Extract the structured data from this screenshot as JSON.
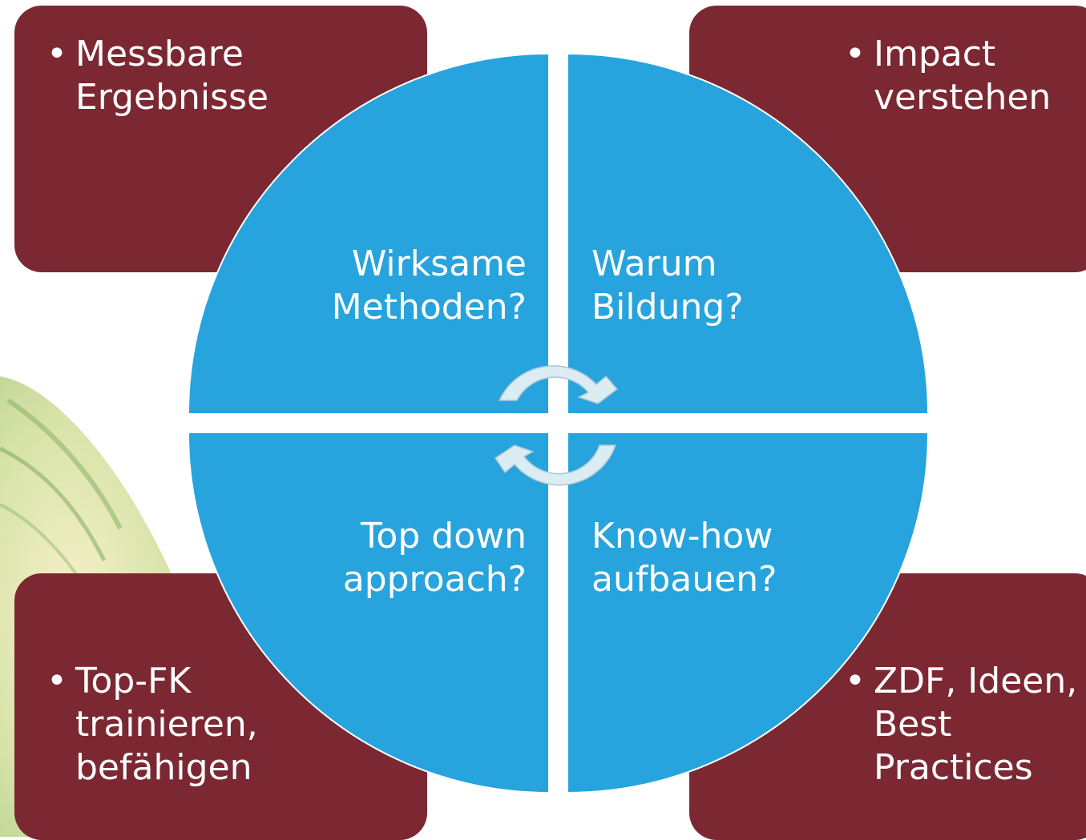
{
  "colors": {
    "box_fill": "#7b2832",
    "circle_fill": "#27a3dd",
    "arrow_fill": "#dcecf3",
    "text": "#ffffff"
  },
  "corners": {
    "top_left": {
      "bullet": "Messbare\nErgebnisse"
    },
    "top_right": {
      "bullet": "Impact\nverstehen"
    },
    "bottom_left": {
      "bullet": "Top-FK\ntrainieren,\nbefähigen"
    },
    "bottom_right": {
      "bullet": "ZDF, Ideen,\nBest\nPractices"
    }
  },
  "quadrants": {
    "top_left": "Wirksame\nMethoden?",
    "top_right": "Warum\nBildung?",
    "bottom_left": "Top down\napproach?",
    "bottom_right": "Know-how\naufbauen?"
  },
  "center_icons": [
    "cycle-arrow-icon",
    "cycle-arrow-icon"
  ]
}
